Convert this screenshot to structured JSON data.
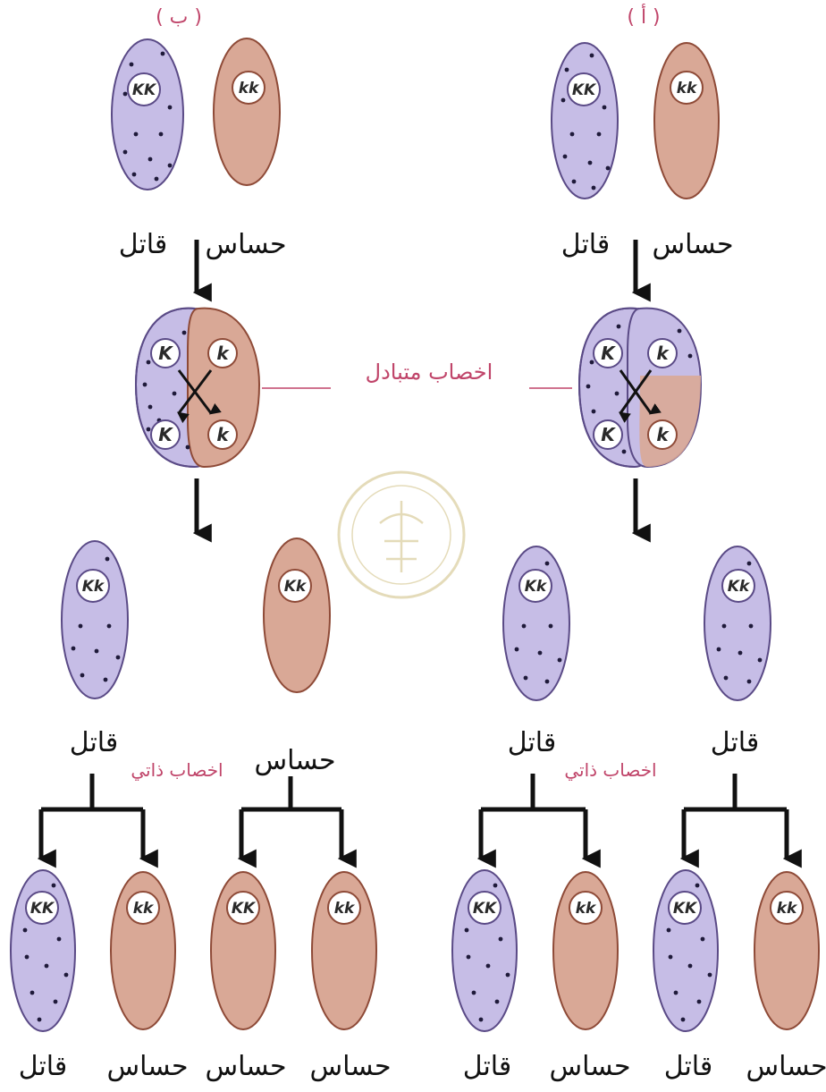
{
  "panels": {
    "a_title": "( أ )",
    "b_title": "( ب )"
  },
  "labels": {
    "killer": "قاتل",
    "sensitive": "حساس",
    "conjugation": "اخصاب متبادل",
    "selfing": "اخصاب ذاتي"
  },
  "genotypes": {
    "KK": "KK",
    "kk": "kk",
    "Kk": "Kk",
    "K": "K",
    "k": "k"
  },
  "colors": {
    "killer_fill": "#c6bde6",
    "killer_stroke": "#5a4a86",
    "sensitive_fill": "#d9a896",
    "sensitive_stroke": "#8e4a37",
    "dots": "#1f1a3a",
    "arrow": "#111111",
    "accent_text": "#c0456a"
  }
}
